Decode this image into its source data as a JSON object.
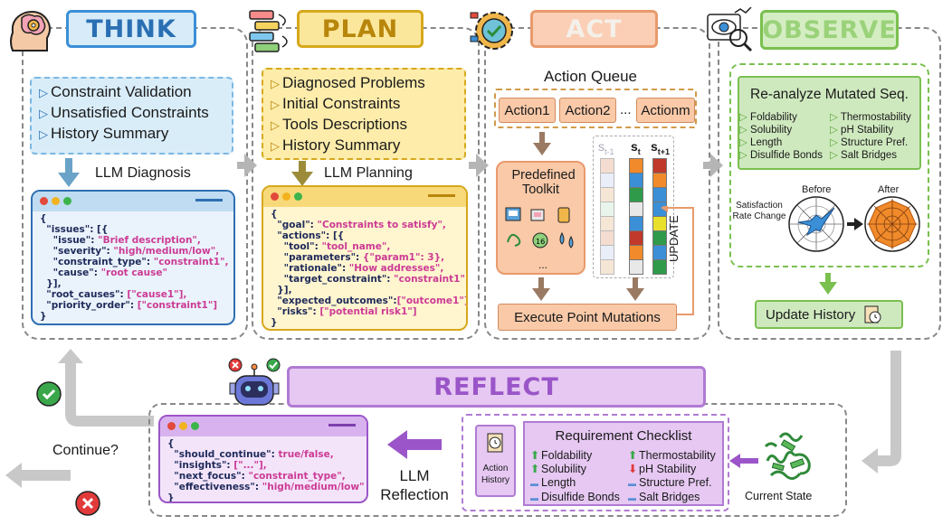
{
  "think": {
    "title": "THINK",
    "items": [
      "Constraint Validation",
      "Unsatisfied Constraints",
      "History Summary"
    ],
    "diagnosis_label": "LLM Diagnosis",
    "code_lines": [
      [
        [
          "{",
          "k"
        ]
      ],
      [
        [
          "  \"issues\": [{",
          "k"
        ]
      ],
      [
        [
          "    \"issue\": ",
          "k"
        ],
        [
          "\"Brief description\",",
          "s"
        ]
      ],
      [
        [
          "    \"severity\": ",
          "k"
        ],
        [
          "\"high/medium/low\",",
          "s"
        ]
      ],
      [
        [
          "    \"constraint_type\": ",
          "k"
        ],
        [
          "\"constraint1\",",
          "s"
        ]
      ],
      [
        [
          "    \"cause\": ",
          "k"
        ],
        [
          "\"root cause\"",
          "s"
        ]
      ],
      [
        [
          "  }],",
          "k"
        ]
      ],
      [
        [
          "  \"root_causes\": ",
          "k"
        ],
        [
          "[\"cause1\"],",
          "s"
        ]
      ],
      [
        [
          "  \"priority_order\": ",
          "k"
        ],
        [
          "[\"constraint1\"]",
          "s"
        ]
      ],
      [
        [
          "}",
          "k"
        ]
      ]
    ]
  },
  "plan": {
    "title": "PLAN",
    "items": [
      "Diagnosed Problems",
      "Initial Constraints",
      "Tools Descriptions",
      "History Summary"
    ],
    "planning_label": "LLM Planning",
    "code_lines": [
      [
        [
          "{",
          "k"
        ]
      ],
      [
        [
          "  \"goal\": ",
          "k"
        ],
        [
          "\"Constraints to satisfy\",",
          "s"
        ]
      ],
      [
        [
          "  \"actions\": [{",
          "k"
        ]
      ],
      [
        [
          "    \"tool\": ",
          "k"
        ],
        [
          "\"tool_name\",",
          "s"
        ]
      ],
      [
        [
          "    \"parameters\": ",
          "k"
        ],
        [
          "{\"param1\": 3},",
          "s"
        ]
      ],
      [
        [
          "    \"rationale\": ",
          "k"
        ],
        [
          "\"How addresses\",",
          "s"
        ]
      ],
      [
        [
          "    \"target_constraint\": ",
          "k"
        ],
        [
          "\"constraint1\"",
          "s"
        ]
      ],
      [
        [
          "  }],",
          "k"
        ]
      ],
      [
        [
          "  \"expected_outcomes\":",
          "k"
        ],
        [
          "[\"outcome1\"],",
          "s"
        ]
      ],
      [
        [
          "  \"risks\": ",
          "k"
        ],
        [
          "[\"potential risk1\"]",
          "s"
        ]
      ],
      [
        [
          "}",
          "k"
        ]
      ]
    ]
  },
  "act": {
    "title": "ACT",
    "queue_label": "Action Queue",
    "actions": [
      "Action1",
      "Action2",
      "...",
      "Actionm"
    ],
    "toolkit_label": "Predefined Toolkit",
    "toolkit_more": "...",
    "state_labels": [
      "s",
      "s",
      "s"
    ],
    "state_subs": [
      "t-1",
      "t",
      "t+1"
    ],
    "update_label": "UPDATE",
    "execute_label": "Execute Point Mutations"
  },
  "observe": {
    "title": "OBSERVE",
    "reanalyze_title": "Re-analyze Mutated Seq.",
    "metrics_left": [
      "Foldability",
      "Solubility",
      "Length",
      "Disulfide Bonds"
    ],
    "metrics_right": [
      "Thermostability",
      "pH Stability",
      "Structure Pref.",
      "Salt Bridges"
    ],
    "satisfaction_label": "Satisfaction Rate Change",
    "before_label": "Before",
    "after_label": "After",
    "update_history_label": "Update History"
  },
  "reflect": {
    "title": "REFLECT",
    "code_lines": [
      [
        [
          "{",
          "k"
        ]
      ],
      [
        [
          "  \"should_continue\": ",
          "k"
        ],
        [
          "true/false,",
          "s"
        ]
      ],
      [
        [
          "  \"insights\": ",
          "k"
        ],
        [
          "[\"...\"],",
          "s"
        ]
      ],
      [
        [
          "  \"next_focus\": ",
          "k"
        ],
        [
          "\"constraint_type\",",
          "s"
        ]
      ],
      [
        [
          "  \"effectiveness\": ",
          "k"
        ],
        [
          "\"high/medium/low\"",
          "s"
        ]
      ],
      [
        [
          "}",
          "k"
        ]
      ]
    ],
    "reflection_label_1": "LLM",
    "reflection_label_2": "Reflection",
    "action_history_label": "Action History",
    "checklist_title": "Requirement Checklist",
    "checklist_left": [
      "Foldability",
      "Solubility",
      "Length",
      "Disulfide Bonds"
    ],
    "checklist_left_status": [
      "up",
      "up",
      "neutral",
      "neutral"
    ],
    "checklist_right": [
      "Thermostability",
      "pH Stability",
      "Structure Pref.",
      "Salt Bridges"
    ],
    "checklist_right_status": [
      "up",
      "down",
      "neutral",
      "neutral"
    ],
    "current_state_label": "Current State"
  },
  "loop": {
    "continue_label": "Continue?"
  },
  "colors": {
    "think": "#3a8fd6",
    "plan": "#d6a81c",
    "act": "#e99a6c",
    "observe": "#7ac04f",
    "reflect": "#b07bd3"
  },
  "icons": [
    "brain-gear-icon",
    "plan-list-icon",
    "target-gear-icon",
    "eye-analysis-icon",
    "robot-icon",
    "check-icon",
    "cross-icon",
    "protein-structure-icon",
    "history-document-icon"
  ]
}
